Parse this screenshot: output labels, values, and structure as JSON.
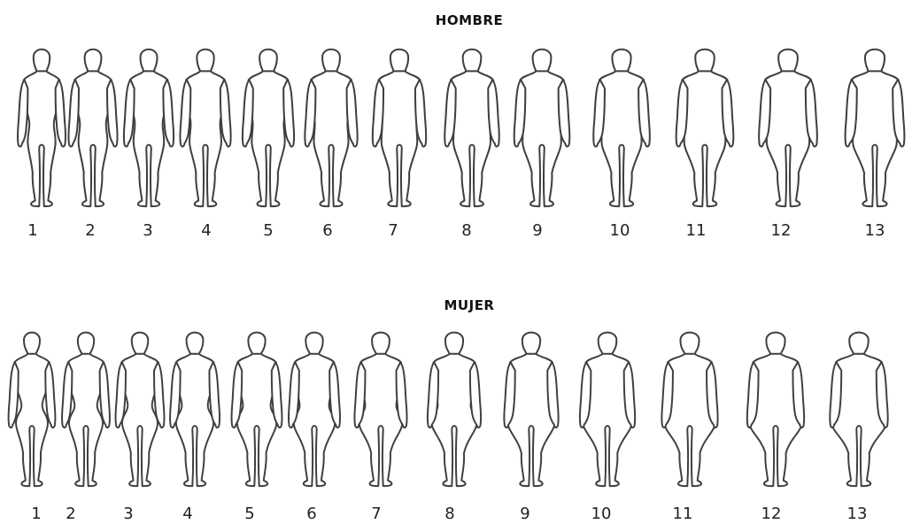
{
  "titles": {
    "men": "HOMBRE",
    "women": "MUJER"
  },
  "men": {
    "labels": [
      "1",
      "2",
      "3",
      "4",
      "5",
      "6",
      "7",
      "8",
      "9",
      "10",
      "11",
      "12",
      "13"
    ]
  },
  "women": {
    "labels": [
      "1",
      "2",
      "3",
      "4",
      "5",
      "6",
      "7",
      "8",
      "9",
      "10",
      "11",
      "12",
      "13"
    ]
  }
}
